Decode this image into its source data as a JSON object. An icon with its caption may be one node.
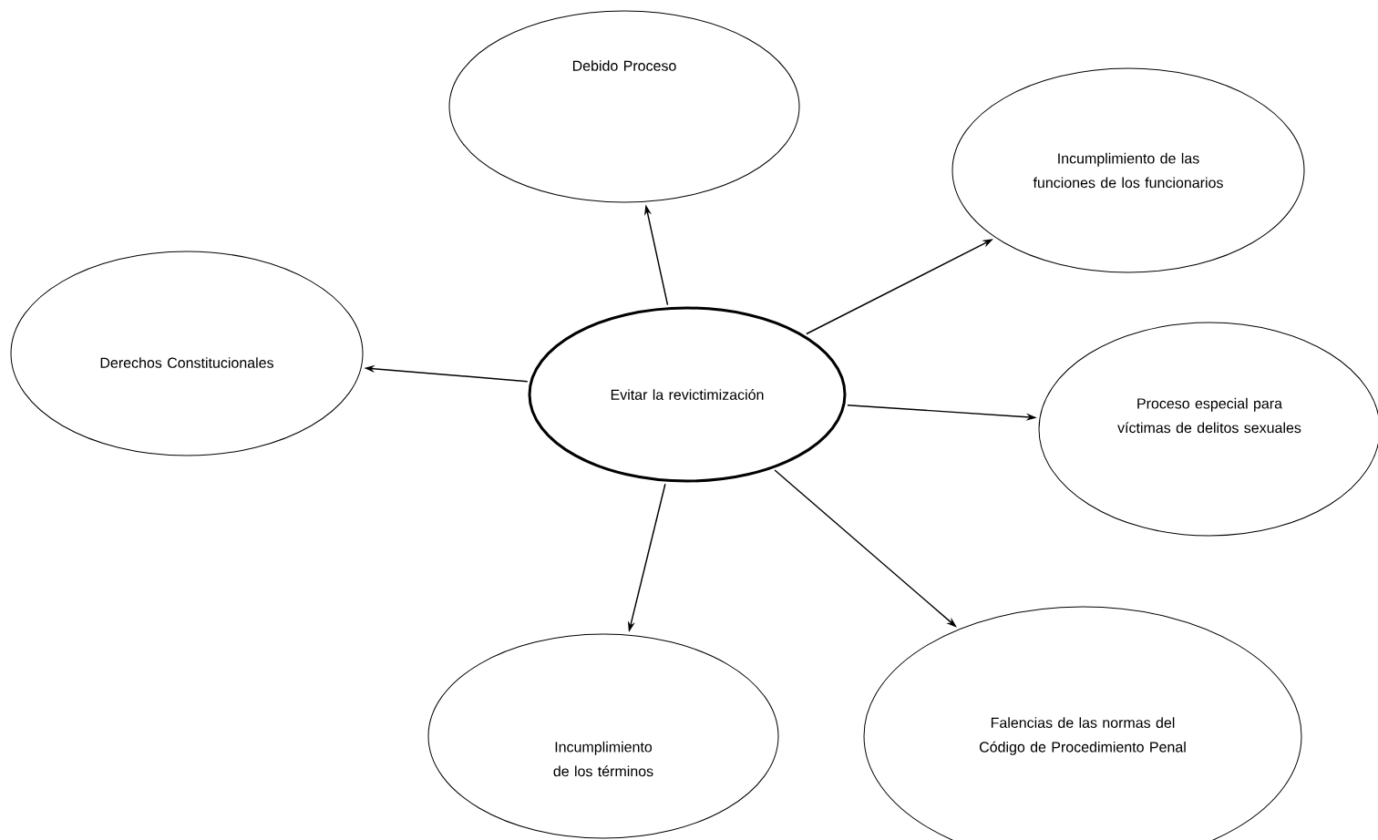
{
  "diagram": {
    "nodes": [
      {
        "text": [
          "Debido Proceso"
        ]
      },
      {
        "text": [
          "Incumplimiento de las funciones de los funcionarios"
        ]
      },
      {
        "text": [
          "Derechos Constitucionales"
        ]
      },
      {
        "text": [
          "Evitar la revictimización"
        ]
      },
      {
        "text": [
          "Proceso especial para víctimas de delitos sexuales"
        ]
      },
      {
        "text": [
          "Incumplimiento de los términos"
        ]
      },
      {
        "text": [
          "Falencias de las normas del Código de Procedimiento Penal"
        ]
      }
    ],
    "edges": [
      {
        "from": 3,
        "to": 0,
        "arrow": "to"
      },
      {
        "from": 3,
        "to": 1,
        "arrow": "to"
      },
      {
        "from": 3,
        "to": 2,
        "arrow": "to"
      },
      {
        "from": 3,
        "to": 4,
        "arrow": "to"
      },
      {
        "from": 3,
        "to": 6,
        "arrow": "to"
      },
      {
        "from": 3,
        "to": 5,
        "arrow": "to"
      }
    ]
  }
}
